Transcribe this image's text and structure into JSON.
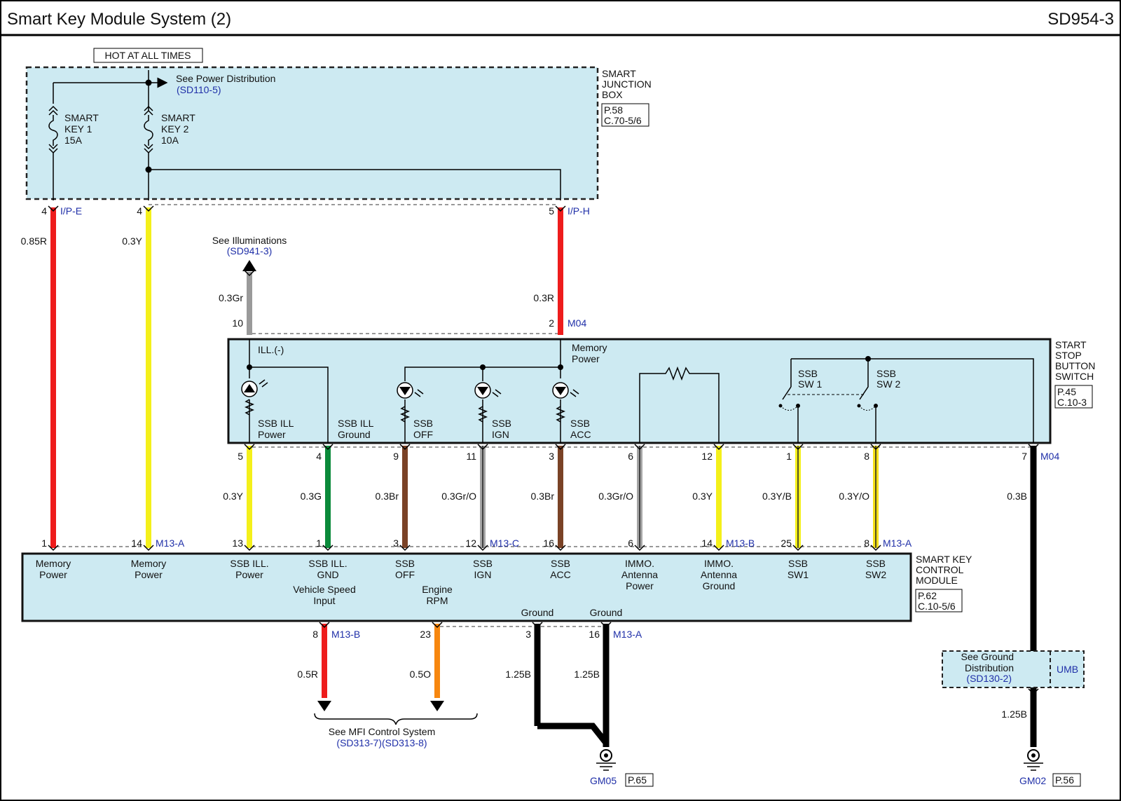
{
  "header": {
    "title": "Smart Key Module System (2)",
    "code": "SD954-3"
  },
  "hot_label": "HOT AT ALL TIMES",
  "junction_box": {
    "name": [
      "SMART",
      "JUNCTION",
      "BOX"
    ],
    "page": "P.58",
    "conn": "C.70-5/6",
    "see_power": "See Power Distribution",
    "see_power_ref": "(SD110-5)",
    "fuse1": [
      "SMART",
      "KEY 1",
      "15A"
    ],
    "fuse2": [
      "SMART",
      "KEY 2",
      "10A"
    ]
  },
  "illum": {
    "text": "See Illuminations",
    "ref": "(SD941-3)"
  },
  "ssb_switch": {
    "name": [
      "START",
      "STOP",
      "BUTTON",
      "SWITCH"
    ],
    "page": "P.45",
    "conn": "C.10-3",
    "ill_minus": "ILL.(-)",
    "memory_power": [
      "Memory",
      "Power"
    ],
    "inner": [
      {
        "id": "ssb-ill-power",
        "lines": [
          "SSB ILL",
          "Power"
        ]
      },
      {
        "id": "ssb-ill-ground",
        "lines": [
          "SSB ILL",
          "Ground"
        ]
      },
      {
        "id": "ssb-off",
        "lines": [
          "SSB",
          "OFF"
        ]
      },
      {
        "id": "ssb-ign",
        "lines": [
          "SSB",
          "IGN"
        ]
      },
      {
        "id": "ssb-acc",
        "lines": [
          "SSB",
          "ACC"
        ]
      },
      {
        "id": "ssb-sw1",
        "lines": [
          "SSB",
          "SW 1"
        ]
      },
      {
        "id": "ssb-sw2",
        "lines": [
          "SSB",
          "SW 2"
        ]
      }
    ]
  },
  "smart_key_module": {
    "name": [
      "SMART KEY",
      "CONTROL",
      "MODULE"
    ],
    "page": "P.62",
    "conn": "C.10-5/6",
    "pins": [
      {
        "id": "memory-power-1",
        "lines": [
          "Memory",
          "Power"
        ]
      },
      {
        "id": "memory-power-2",
        "lines": [
          "Memory",
          "Power"
        ]
      },
      {
        "id": "ssb-ill-power",
        "lines": [
          "SSB ILL.",
          "Power"
        ]
      },
      {
        "id": "ssb-ill-gnd",
        "lines": [
          "SSB ILL.",
          "GND"
        ]
      },
      {
        "id": "ssb-off",
        "lines": [
          "SSB",
          "OFF"
        ]
      },
      {
        "id": "ssb-ign",
        "lines": [
          "SSB",
          "IGN"
        ]
      },
      {
        "id": "ssb-acc",
        "lines": [
          "SSB",
          "ACC"
        ]
      },
      {
        "id": "immo-antenna-power",
        "lines": [
          "IMMO.",
          "Antenna",
          "Power"
        ]
      },
      {
        "id": "immo-antenna-ground",
        "lines": [
          "IMMO.",
          "Antenna",
          "Ground"
        ]
      },
      {
        "id": "ssb-sw1",
        "lines": [
          "SSB",
          "SW1"
        ]
      },
      {
        "id": "ssb-sw2",
        "lines": [
          "SSB",
          "SW2"
        ]
      }
    ],
    "bottom_pins": [
      {
        "id": "vehicle-speed-input",
        "lines": [
          "Vehicle Speed",
          "Input"
        ]
      },
      {
        "id": "engine-rpm",
        "lines": [
          "Engine",
          "RPM"
        ]
      },
      {
        "id": "ground-3",
        "lines": [
          "Ground"
        ]
      },
      {
        "id": "ground-16",
        "lines": [
          "Ground"
        ]
      }
    ]
  },
  "wires": [
    {
      "id": "w-mem1",
      "top_pin": "4",
      "top_conn": "I/P-E",
      "gauge": "0.85R",
      "bottom_pin": "1",
      "bottom_conn": "",
      "color": "#ee1c1c"
    },
    {
      "id": "w-mem2",
      "top_pin": "4",
      "top_conn": "",
      "gauge": "0.3Y",
      "bottom_pin": "14",
      "bottom_conn": "M13-A",
      "color": "#f4f01a"
    },
    {
      "id": "w-ipH",
      "top_pin": "5",
      "top_conn": "I/P-H",
      "gauge": "0.3R",
      "bottom_pin": "2",
      "bottom_conn": "M04",
      "color": "#ee1c1c"
    },
    {
      "id": "w-illum",
      "top_pin": "",
      "top_conn": "",
      "gauge": "0.3Gr",
      "bottom_pin": "10",
      "bottom_conn": "",
      "color": "#9a9a9a"
    },
    {
      "id": "w-ill-pwr",
      "top_pin": "5",
      "top_conn": "",
      "gauge": "0.3Y",
      "bottom_pin": "13",
      "bottom_conn": "",
      "color": "#f4f01a"
    },
    {
      "id": "w-ill-gnd",
      "top_pin": "4",
      "top_conn": "",
      "gauge": "0.3G",
      "bottom_pin": "1",
      "bottom_conn": "",
      "color": "#0b8a3a"
    },
    {
      "id": "w-off",
      "top_pin": "9",
      "top_conn": "",
      "gauge": "0.3Br",
      "bottom_pin": "3",
      "bottom_conn": "",
      "color": "#7a4226"
    },
    {
      "id": "w-ign",
      "top_pin": "11",
      "top_conn": "",
      "gauge": "0.3Gr/O",
      "bottom_pin": "12",
      "bottom_conn": "M13-C",
      "color": "#a5a5a5"
    },
    {
      "id": "w-acc",
      "top_pin": "3",
      "top_conn": "",
      "gauge": "0.3Br",
      "bottom_pin": "16",
      "bottom_conn": "",
      "color": "#7a4226"
    },
    {
      "id": "w-immo-p",
      "top_pin": "6",
      "top_conn": "",
      "gauge": "0.3Gr/O",
      "bottom_pin": "6",
      "bottom_conn": "",
      "color": "#a5a5a5"
    },
    {
      "id": "w-immo-g",
      "top_pin": "12",
      "top_conn": "",
      "gauge": "0.3Y",
      "bottom_pin": "14",
      "bottom_conn": "M13-B",
      "color": "#f4f01a"
    },
    {
      "id": "w-sw1",
      "top_pin": "1",
      "top_conn": "",
      "gauge": "0.3Y/B",
      "bottom_pin": "25",
      "bottom_conn": "",
      "color": "#f4f01a"
    },
    {
      "id": "w-sw2",
      "top_pin": "8",
      "top_conn": "",
      "gauge": "0.3Y/O",
      "bottom_pin": "8",
      "bottom_conn": "M13-A",
      "color": "#f4e01a"
    },
    {
      "id": "w-ssb-gnd",
      "top_pin": "7",
      "top_conn": "M04",
      "gauge": "0.3B",
      "bottom_pin": "",
      "bottom_conn": "",
      "color": "#000000"
    },
    {
      "id": "w-speed",
      "top_pin": "8",
      "top_conn": "M13-B",
      "gauge": "0.5R",
      "bottom_pin": "",
      "bottom_conn": "",
      "color": "#ee1c1c"
    },
    {
      "id": "w-rpm",
      "top_pin": "23",
      "top_conn": "",
      "gauge": "0.5O",
      "bottom_pin": "",
      "bottom_conn": "",
      "color": "#f7870f"
    },
    {
      "id": "w-gnd3",
      "top_pin": "3",
      "top_conn": "",
      "gauge": "1.25B",
      "bottom_pin": "",
      "bottom_conn": "",
      "color": "#000000"
    },
    {
      "id": "w-gnd16",
      "top_pin": "16",
      "top_conn": "M13-A",
      "gauge": "1.25B",
      "bottom_pin": "",
      "bottom_conn": "",
      "color": "#000000"
    },
    {
      "id": "w-umb",
      "top_pin": "",
      "top_conn": "",
      "gauge": "1.25B",
      "bottom_pin": "",
      "bottom_conn": "",
      "color": "#000000"
    }
  ],
  "mfi": {
    "text": "See MFI Control System",
    "ref": "(SD313-7)(SD313-8)"
  },
  "ground_dist": {
    "lines": [
      "See Ground",
      "Distribution",
      "(SD130-2)"
    ],
    "conn": "UMB"
  },
  "grounds": [
    {
      "id": "gm05",
      "name": "GM05",
      "page": "P.65"
    },
    {
      "id": "gm02",
      "name": "GM02",
      "page": "P.56"
    }
  ]
}
